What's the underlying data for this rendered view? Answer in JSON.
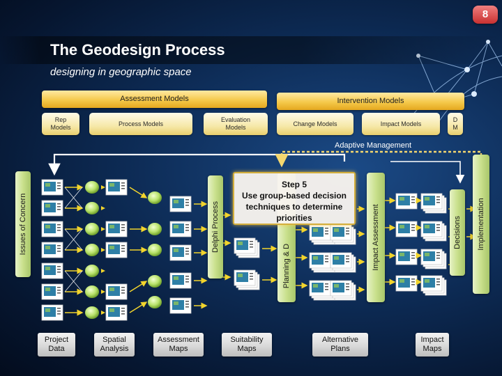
{
  "slide": {
    "number": "8"
  },
  "header": {
    "title": "The Geodesign Process",
    "subtitle": "designing in geographic space"
  },
  "top_headers": {
    "assessment": "Assessment Models",
    "intervention": "Intervention Models"
  },
  "model_pills": [
    {
      "id": "rep",
      "label": "Rep Models"
    },
    {
      "id": "process",
      "label": "Process Models"
    },
    {
      "id": "evaluation",
      "label": "Evaluation Models"
    },
    {
      "id": "change",
      "label": "Change Models"
    },
    {
      "id": "impact",
      "label": "Impact Models"
    },
    {
      "id": "dm",
      "label": "D M"
    }
  ],
  "adaptive_label": "Adaptive Management",
  "columns": {
    "issues": "Issues of Concern",
    "delphi": "Delphi Process",
    "planning": "Planning & D",
    "impact_assessment": "Impact Assessment",
    "decisions": "Decisions",
    "implementation": "Implementation"
  },
  "step": {
    "heading": "Step 5",
    "text": "Use group-based decision techniques to determine priorities"
  },
  "footer_labels": [
    {
      "id": "project",
      "label": "Project Data"
    },
    {
      "id": "spatial",
      "label": "Spatial Analysis"
    },
    {
      "id": "assessment",
      "label": "Assessment Maps"
    },
    {
      "id": "suitability",
      "label": "Suitability Maps"
    },
    {
      "id": "alternative",
      "label": "Alternative Plans"
    },
    {
      "id": "impactmaps",
      "label": "Impact Maps"
    }
  ],
  "colors": {
    "accent_gold": "#f5c94b",
    "pill": "#f6e8a9",
    "green_column": "#c9e08c",
    "arrow_yellow": "#f2d42c",
    "feedback_white": "#ffffff",
    "feedback_dotted": "#f5d76e",
    "slide_badge": "#d94141"
  }
}
